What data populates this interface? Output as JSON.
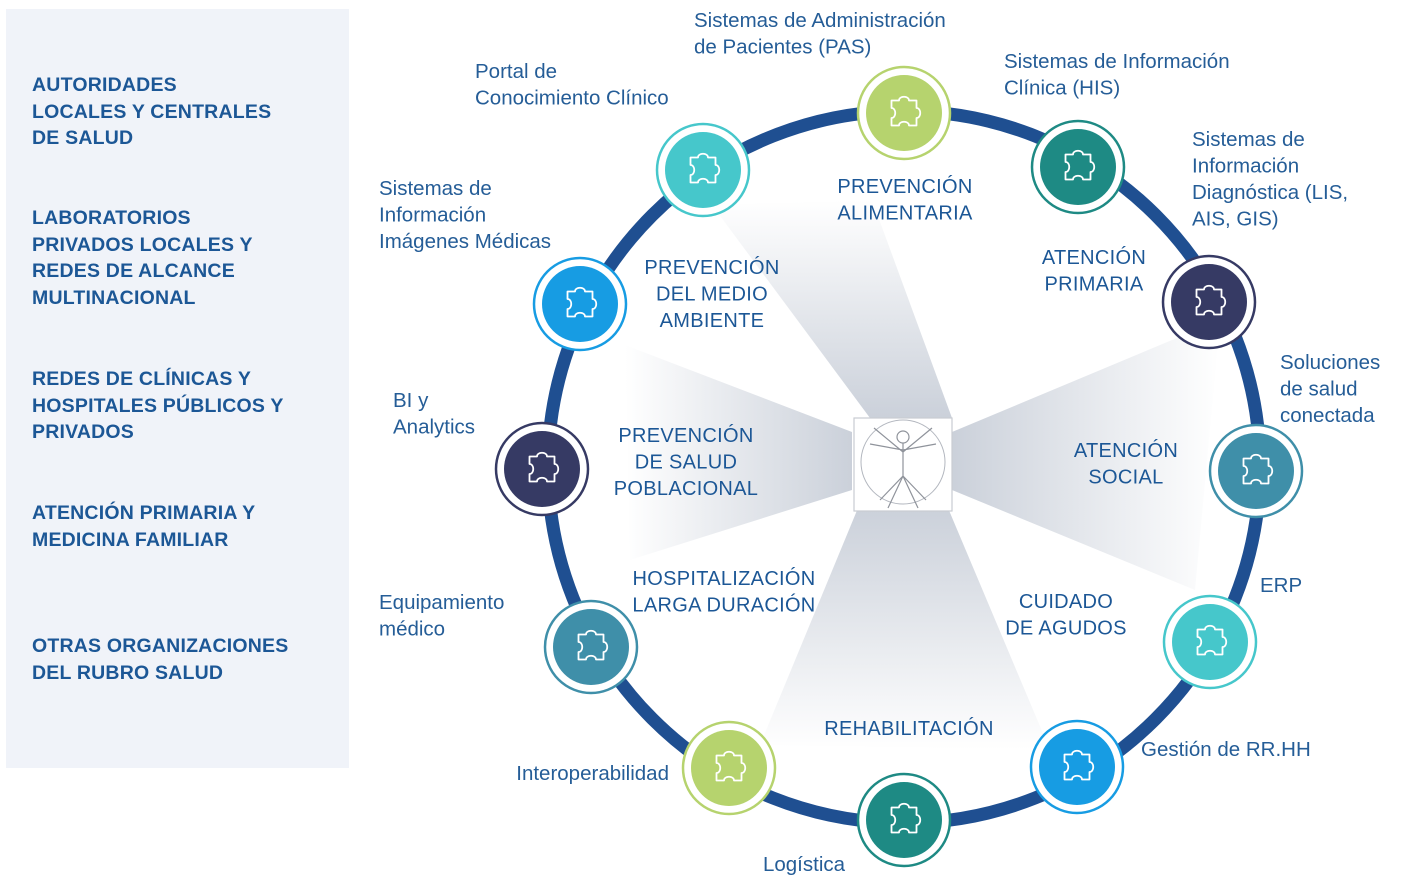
{
  "colors": {
    "ring": "#1f4f91",
    "sidebar_bg": "#f0f3f9",
    "sidebar_text": "#1c5796",
    "label_text": "#255d97",
    "lime": "#b6d36e",
    "teal_light": "#46c7cb",
    "teal_dark": "#1e8a84",
    "navy": "#363a64",
    "blue": "#179ce3",
    "steel": "#3f8fa9"
  },
  "sidebar": {
    "items": [
      "AUTORIDADES\nLOCALES Y CENTRALES\nDE SALUD",
      "LABORATORIOS\nPRIVADOS LOCALES Y\nREDES DE ALCANCE\nMULTINACIONAL",
      "REDES DE CLÍNICAS Y\nHOSPITALES PÚBLICOS Y\nPRIVADOS",
      "ATENCIÓN PRIMARIA Y\nMEDICINA FAMILIAR",
      "OTRAS ORGANIZACIONES\nDEL RUBRO SALUD"
    ]
  },
  "ring_nodes": [
    {
      "label": "Sistemas de Administración\nde Pacientes (PAS)",
      "color": "lime",
      "icon": "puzzle-icon"
    },
    {
      "label": "Sistemas de Información\nClínica (HIS)",
      "color": "teal_dark",
      "icon": "puzzle-icon"
    },
    {
      "label": "Sistemas de\nInformación\nDiagnóstica (LIS,\nAIS, GIS)",
      "color": "navy",
      "icon": "puzzle-icon"
    },
    {
      "label": "Soluciones\nde salud\nconectada",
      "color": "steel",
      "icon": "puzzle-icon"
    },
    {
      "label": "ERP",
      "color": "teal_light",
      "icon": "puzzle-icon"
    },
    {
      "label": "Gestión de RR.HH",
      "color": "blue",
      "icon": "puzzle-icon"
    },
    {
      "label": "Logística",
      "color": "teal_dark",
      "icon": "puzzle-icon"
    },
    {
      "label": "Interoperabilidad",
      "color": "lime",
      "icon": "puzzle-icon"
    },
    {
      "label": "Equipamiento\nmédico",
      "color": "steel",
      "icon": "puzzle-icon"
    },
    {
      "label": "BI y\nAnalytics",
      "color": "navy",
      "icon": "puzzle-icon"
    },
    {
      "label": "Sistemas de\nInformación\nImágenes Médicas",
      "color": "blue",
      "icon": "puzzle-icon"
    },
    {
      "label": "Portal de\nConocimiento Clínico",
      "color": "teal_light",
      "icon": "puzzle-icon"
    }
  ],
  "inner_labels": [
    "PREVENCIÓN\nALIMENTARIA",
    "ATENCIÓN\nPRIMARIA",
    "ATENCIÓN\nSOCIAL",
    "CUIDADO\nDE AGUDOS",
    "REHABILITACIÓN",
    "HOSPITALIZACIÓN\nLARGA DURACIÓN",
    "PREVENCIÓN\nDE SALUD\nPOBLACIONAL",
    "PREVENCIÓN\nDEL MEDIO\nAMBIENTE"
  ],
  "center": {
    "icon": "vitruvian-man-icon"
  }
}
